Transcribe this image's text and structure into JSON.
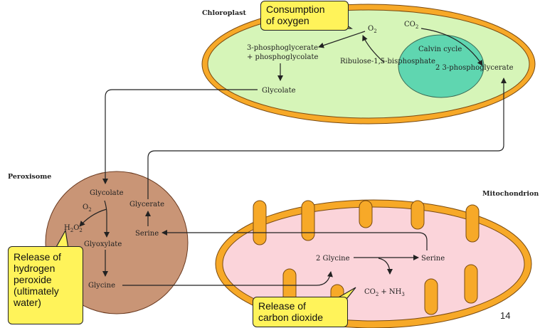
{
  "organelles": {
    "chloroplast": "Chloroplast",
    "peroxisome": "Peroxisome",
    "mitochondrion": "Mitochondrion"
  },
  "chloroplast": {
    "o2": "O",
    "co2": "CO",
    "pg_line1": "3-phosphoglycerate",
    "pg_line2": "+ phosphoglycolate",
    "rubp": "Ribulose-1,5-bisphosphate",
    "calvin": "Calvin cycle",
    "pga": "2 3-phosphoglycerate",
    "glycolate": "Glycolate"
  },
  "peroxisome": {
    "glycolate": "Glycolate",
    "o2": "O",
    "h2o2_h": "H",
    "h2o2_o": "O",
    "glyoxylate": "Glyoxylate",
    "glycine": "Glycine",
    "glycerate": "Glycerate",
    "serine": "Serine"
  },
  "mitochondrion": {
    "glycine": "2 Glycine",
    "serine": "Serine",
    "co2": "CO",
    "nh3": "+ NH"
  },
  "subscripts": {
    "two": "2",
    "three": "3"
  },
  "callouts": {
    "oxygen": [
      "Consumption",
      "of oxygen"
    ],
    "peroxide": [
      "Release of",
      "hydrogen",
      "peroxide",
      "(ultimately",
      "water)"
    ],
    "co2": [
      "Release of",
      "carbon dioxide"
    ]
  },
  "page_number": "14",
  "colors": {
    "chloroplast_outer": "#f7a928",
    "chloroplast_inner": "#d6f5b8",
    "calvin_fill": "#5fd6b0",
    "peroxisome_fill": "#c99576",
    "mito_outer": "#f7a928",
    "mito_inner": "#fbd4da",
    "callout": "#fff35a"
  }
}
